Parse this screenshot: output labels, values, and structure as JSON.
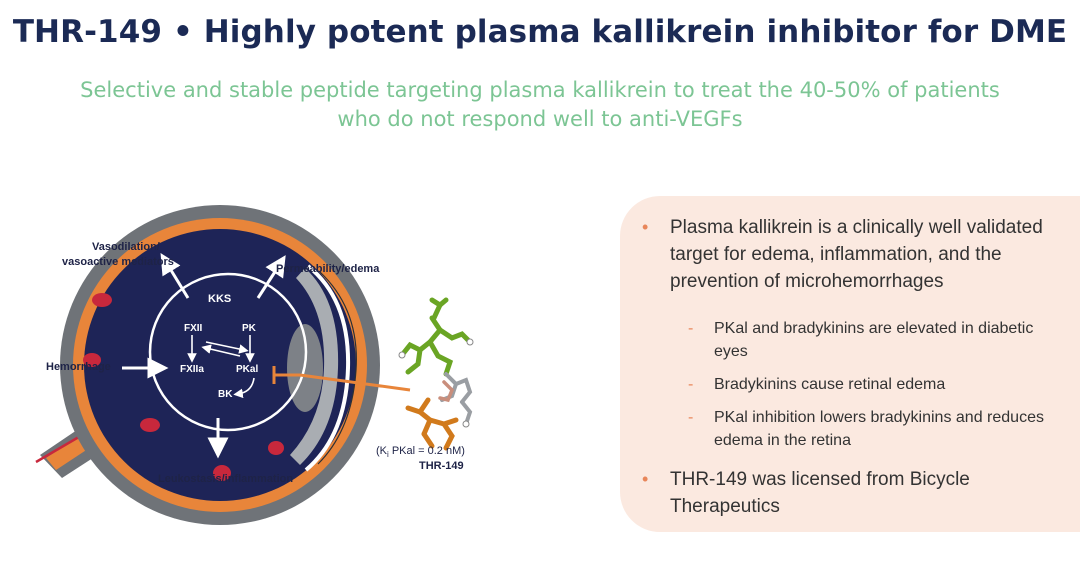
{
  "header": {
    "title": "THR-149 • Highly potent plasma kallikrein inhibitor for DME",
    "subtitle_line1": "Selective and stable peptide targeting plasma kallikrein to treat the 40-50% of patients",
    "subtitle_line2": "who do not respond well to anti-VEGFs"
  },
  "diagram": {
    "labels": {
      "vasodilation_line1": "Vasodilation/",
      "vasodilation_line2": "vasoactive mediators",
      "permeability": "Permeability/edema",
      "hemorrhage": "Hemorrhage",
      "leukostasis": "Leukostasis/inflammation",
      "kks": "KKS",
      "fxii": "FXII",
      "pk": "PK",
      "fxiia": "FXIIa",
      "pkal": "PKal",
      "bk": "BK"
    },
    "molecule": {
      "ki_open": "(K",
      "ki_sub": "i",
      "ki_rest": " PKal = 0.2 nM)",
      "name": "THR-149"
    },
    "colors": {
      "navy": "#1e2457",
      "orange": "#e8853a",
      "grey": "#6f7378",
      "red": "#c8283c",
      "molecule_green": "#6aa524",
      "molecule_orange": "#d17a1c"
    }
  },
  "panel": {
    "bullet_1": "Plasma kallikrein is a clinically well validated target for edema, inflammation, and the prevention of microhemorrhages",
    "sub_bullets": [
      "PKal and bradykinins are elevated in diabetic eyes",
      "Bradykinins cause retinal edema",
      "PKal inhibition lowers bradykinins and reduces edema in the retina"
    ],
    "bullet_2": "THR-149 was licensed from Bicycle Therapeutics",
    "bullet_mark": "•",
    "sub_mark": "-",
    "colors": {
      "panel_bg": "#fbe9e0",
      "bullet": "#e8865a",
      "text": "#333333"
    }
  }
}
